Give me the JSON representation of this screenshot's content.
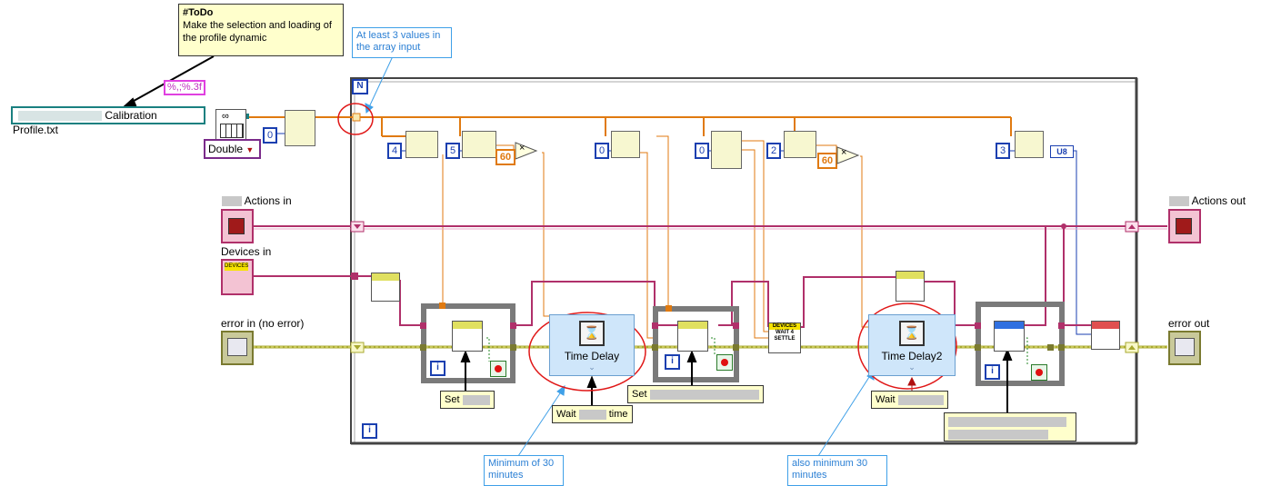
{
  "todo_note": {
    "title": "#ToDo",
    "body": "Make the selection and loading of the profile dynamic"
  },
  "array_note": "At least 3 values in the array input",
  "min30_note": "Minimum of 30 minutes",
  "also_min30_note": "also minimum 30 minutes",
  "path_constant": "Calibration Profile.txt",
  "format_string": "%,;%.3f",
  "type_selector": "Double",
  "constants": {
    "c0_top": "0",
    "idx_4": "4",
    "idx_5": "5",
    "num_60a": "60",
    "idx_0a": "0",
    "idx_0b": "0",
    "idx_2": "2",
    "num_60b": "60",
    "idx_3": "3",
    "u8": "U8"
  },
  "for_loop_count": "N",
  "loop_iter": "i",
  "inner_iter_1": "i",
  "inner_iter_2": "i",
  "inner_iter_3": "i",
  "labels": {
    "actions_in": "Actions in",
    "devices_in": "Devices in",
    "error_in": "error in (no error)",
    "actions_out": "Actions out",
    "error_out": "error out",
    "set_1": "Set",
    "set_2": "Set",
    "wait_1_pre": "Wait",
    "wait_1_post": "time",
    "wait_2": "Wait"
  },
  "time_delay_1": "Time Delay",
  "time_delay_2": "Time Delay2",
  "devices_badge": "DEVICES",
  "wait_settle": "WAIT 4 SETTLE",
  "multiply_symbol": "×",
  "colors": {
    "loop_border": "#555555",
    "error_wire": "#c8c83a",
    "class_wire": "#b0306a",
    "numeric_wire": "#e07a10",
    "int_wire": "#1a3fb0",
    "note_blue": "#3fa0e8",
    "highlight": "#e01818"
  }
}
